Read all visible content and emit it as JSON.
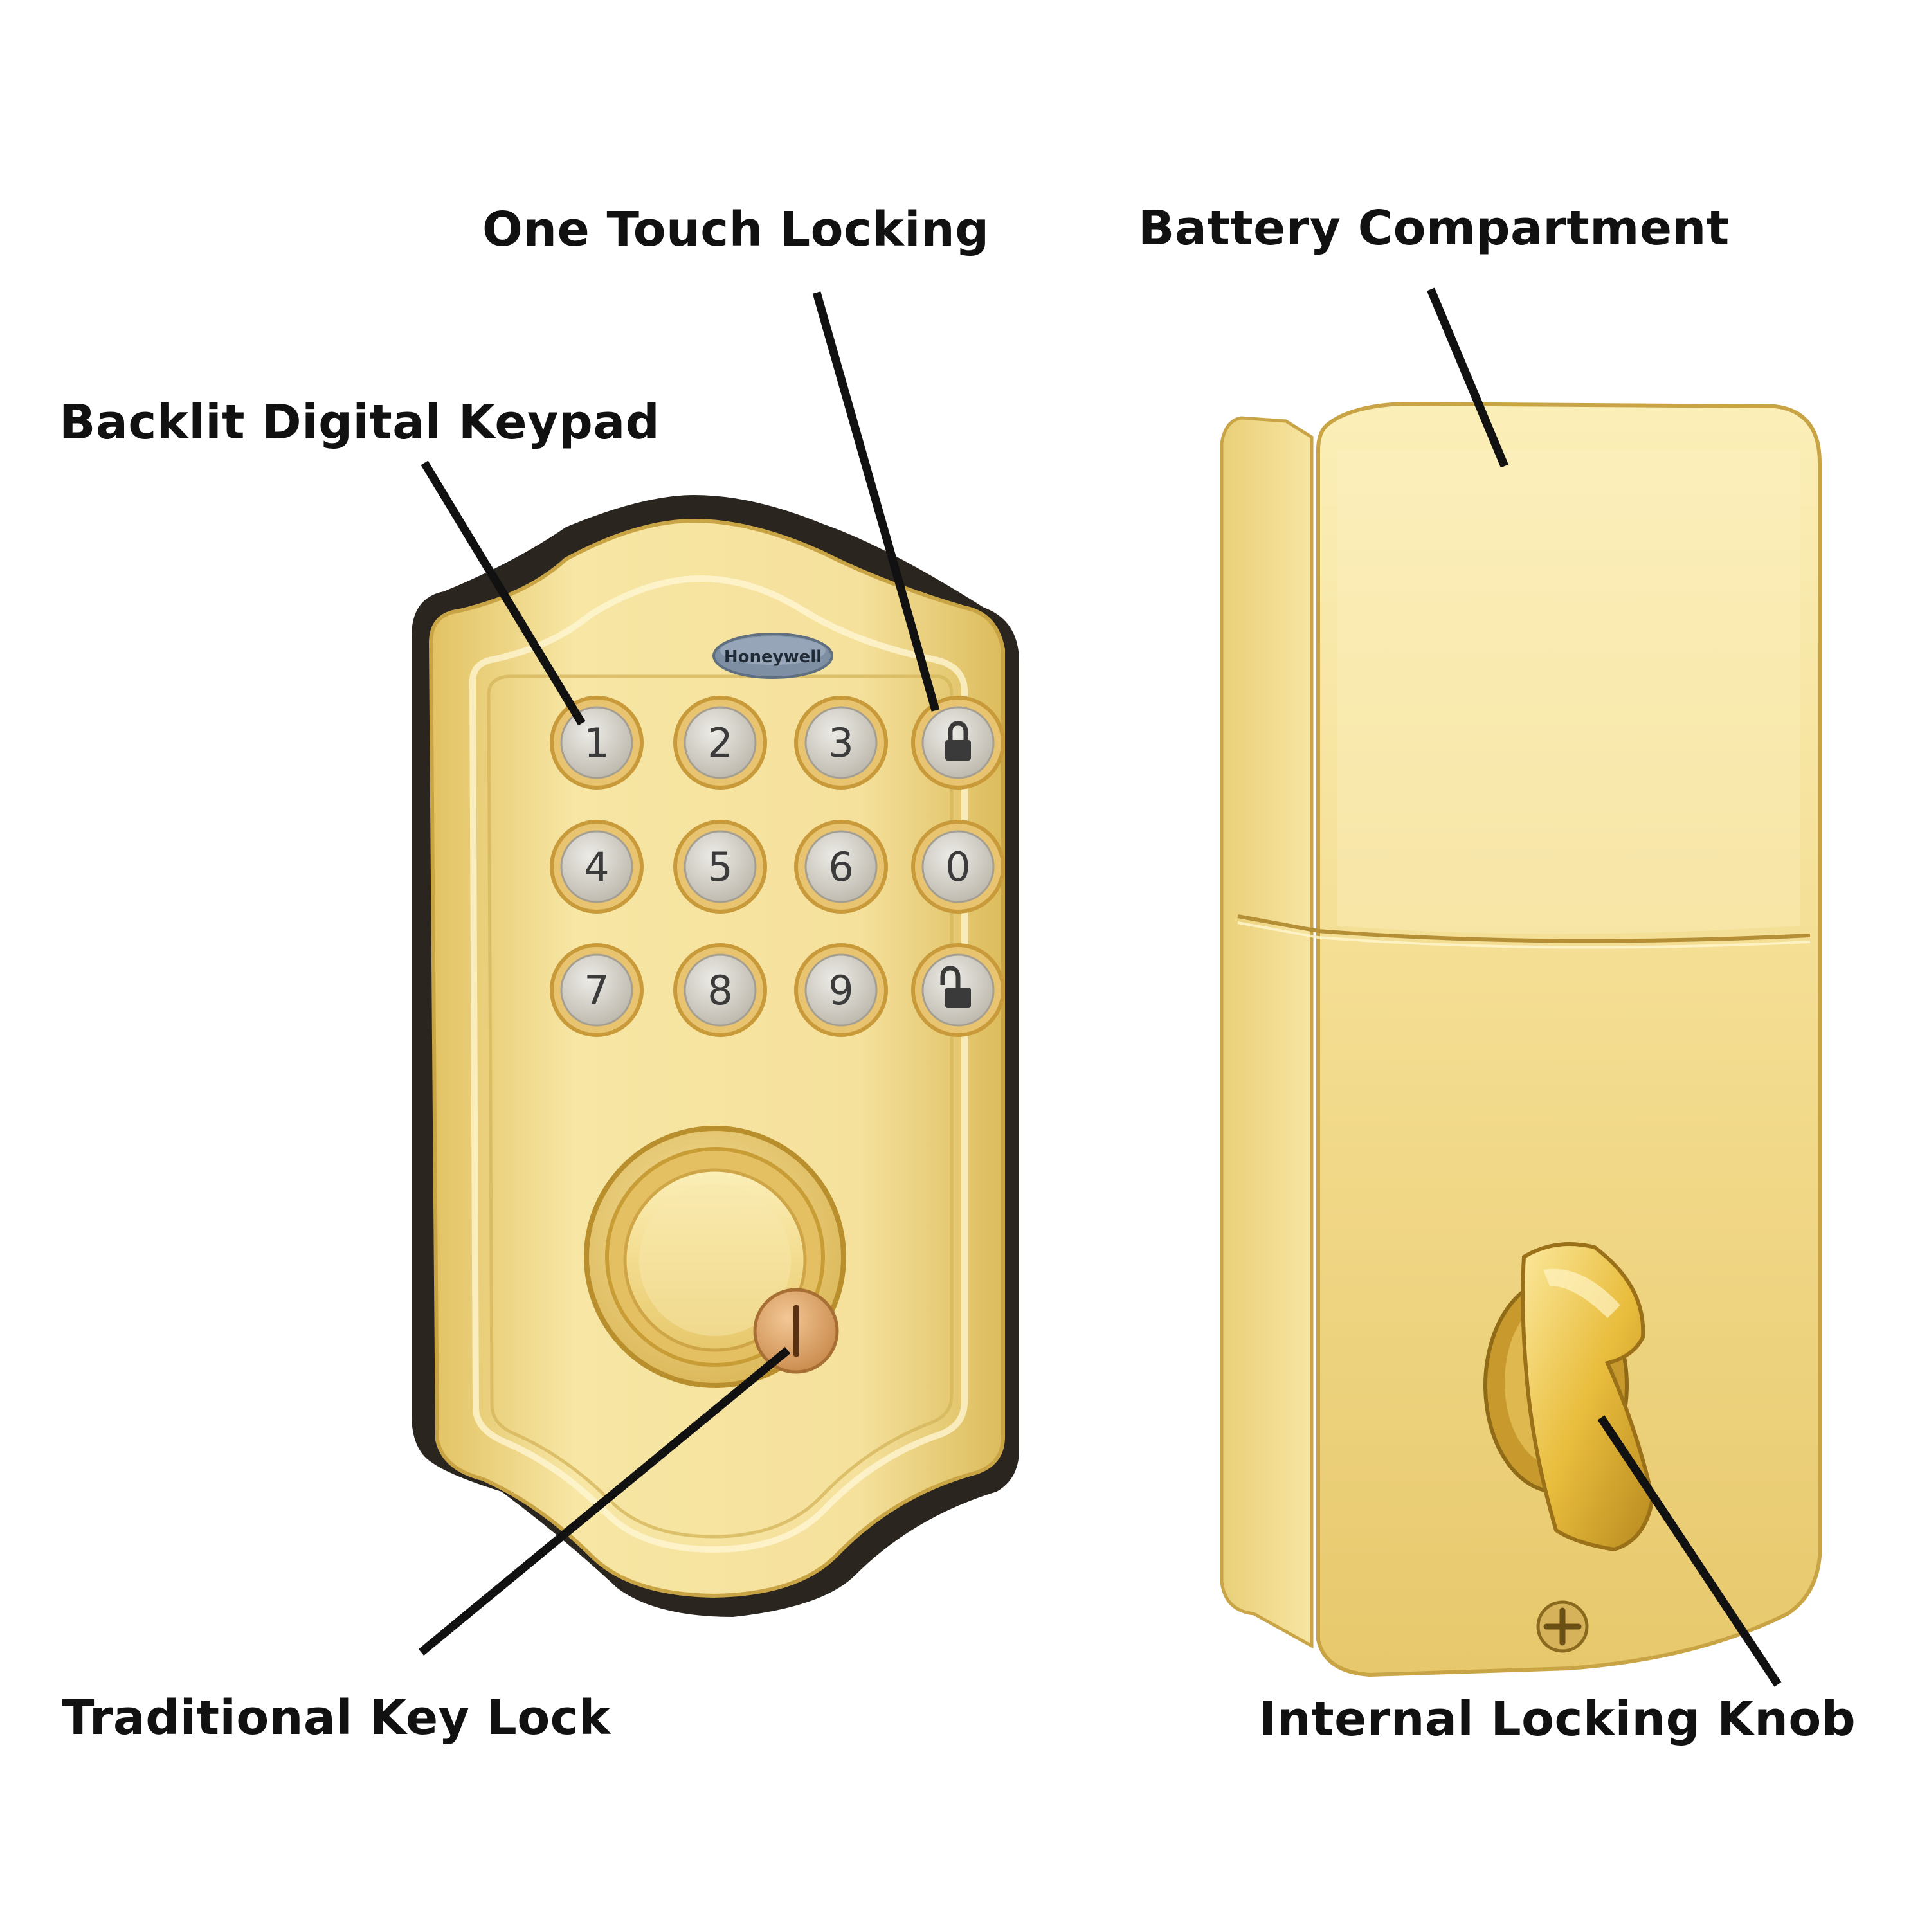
{
  "callouts": {
    "one_touch_locking": "One Touch Locking",
    "battery_compartment": "Battery Compartment",
    "backlit_digital_keypad": "Backlit Digital Keypad",
    "traditional_key_lock": "Traditional Key Lock",
    "internal_locking_knob": "Internal Locking Knob"
  },
  "brand_logo": "Honeywell",
  "keypad": {
    "keys": [
      "1",
      "2",
      "3",
      "lock",
      "4",
      "5",
      "6",
      "0",
      "7",
      "8",
      "9",
      "unlock"
    ]
  },
  "colors": {
    "brass": "#f3dc8f",
    "brass_shadow": "#c9a445",
    "key_face": "#d4d0c6",
    "gasket": "#2b2520",
    "leader_line": "#111111"
  }
}
